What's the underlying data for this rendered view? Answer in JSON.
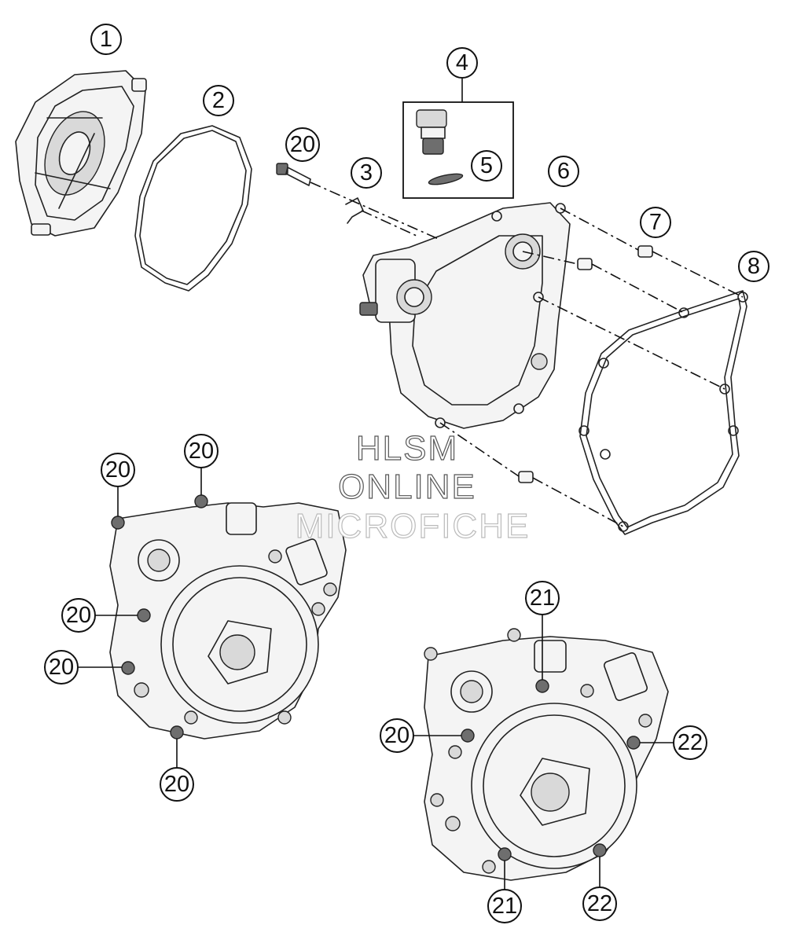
{
  "diagram": {
    "callouts": {
      "c1": "1",
      "c2": "2",
      "c3": "3",
      "c4": "4",
      "c5": "5",
      "c6": "6",
      "c7": "7",
      "c8": "8",
      "c20a": "20",
      "c20b": "20",
      "c20c": "20",
      "c20d": "20",
      "c20e": "20",
      "c20f": "20",
      "c20g": "20",
      "c21a": "21",
      "c21b": "21",
      "c22a": "22",
      "c22b": "22"
    },
    "watermark": {
      "line1": "HLSM",
      "line2": "ONLINE",
      "line3": "MICROFICHE"
    }
  }
}
